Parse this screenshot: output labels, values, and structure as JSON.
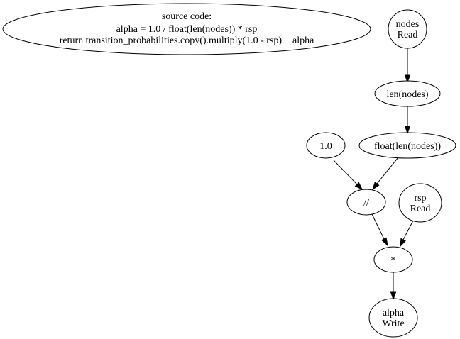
{
  "source_node": {
    "line1": "source code:",
    "line2": "alpha = 1.0 / float(len(nodes)) * rsp",
    "line3": "return transition_probabilities.copy().multiply(1.0 - rsp) + alpha"
  },
  "nodes": {
    "nodes_read": {
      "line1": "nodes",
      "line2": "Read"
    },
    "len_nodes": {
      "label": "len(nodes)"
    },
    "float_len_nodes": {
      "label": "float(len(nodes))"
    },
    "const_1_0": {
      "label": "1.0"
    },
    "div": {
      "label": "//"
    },
    "rsp_read": {
      "line1": "rsp",
      "line2": "Read"
    },
    "mul": {
      "label": "*"
    },
    "alpha_write": {
      "line1": "alpha",
      "line2": "Write"
    }
  },
  "edges": [
    {
      "from": "nodes_read",
      "to": "len_nodes"
    },
    {
      "from": "len_nodes",
      "to": "float_len_nodes"
    },
    {
      "from": "const_1_0",
      "to": "div"
    },
    {
      "from": "float_len_nodes",
      "to": "div"
    },
    {
      "from": "div",
      "to": "mul"
    },
    {
      "from": "rsp_read",
      "to": "mul"
    },
    {
      "from": "mul",
      "to": "alpha_write"
    }
  ]
}
